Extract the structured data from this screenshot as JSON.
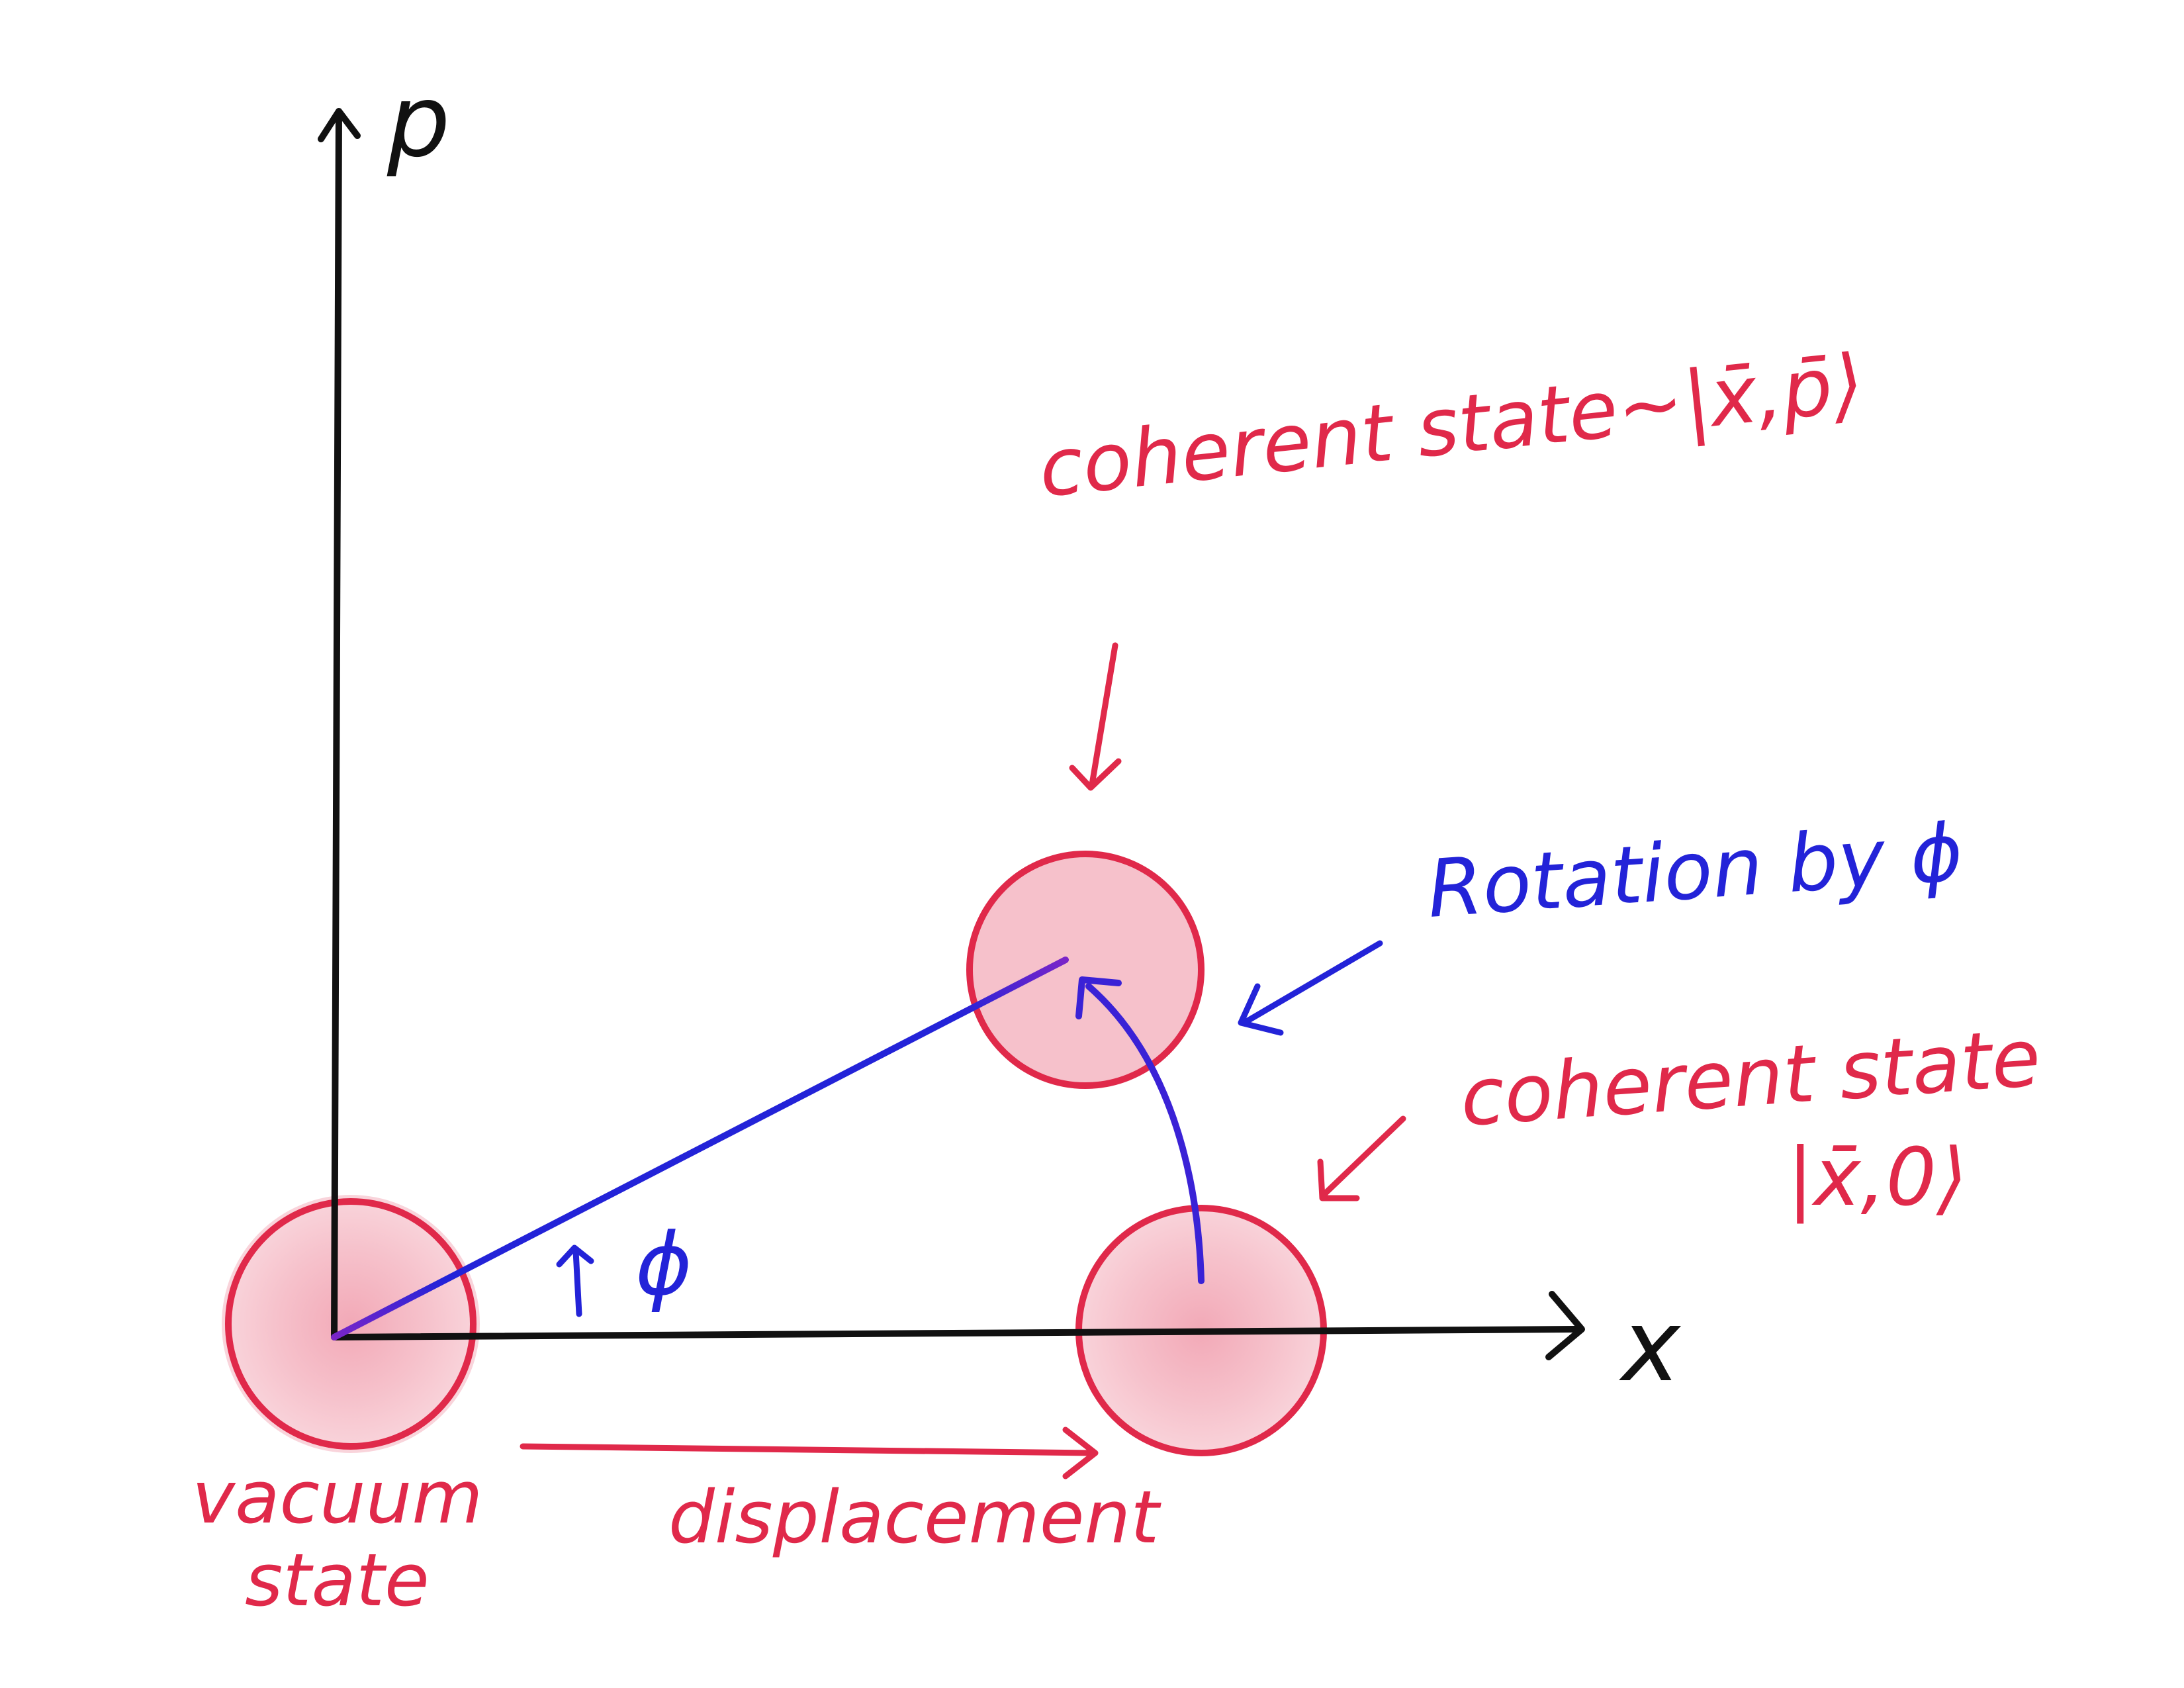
{
  "diagram": {
    "axes": {
      "p_label": "p",
      "x_label": "x"
    },
    "labels": {
      "vacuum_line1": "vacuum",
      "vacuum_line2": "state",
      "displacement": "displacement",
      "coherent_top_line1": "coherent state~|x̄,p̄⟩",
      "coherent_right_line1": "coherent state",
      "coherent_right_line2": "|x̄,0⟩",
      "rotation": "Rotation by ϕ",
      "angle_phi": "ϕ"
    },
    "colors": {
      "axis": "#111111",
      "state_outline": "#e0294a",
      "state_fill": "#f6c1cb",
      "annotation_red": "#e0294a",
      "annotation_blue": "#2323d8",
      "rotation_arc": "#3a22d6"
    }
  }
}
